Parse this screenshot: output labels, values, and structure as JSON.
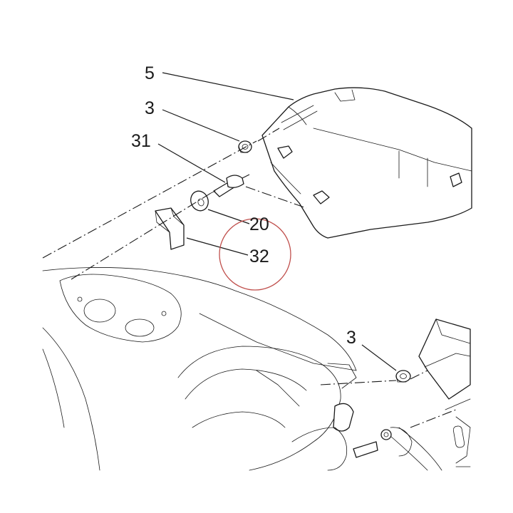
{
  "callouts": {
    "c5": "5",
    "c3_top": "3",
    "c31": "31",
    "c20": "20",
    "c32": "32",
    "c3_bottom": "3"
  },
  "colors": {
    "line": "#1a1a1a",
    "highlight_circle": "#c0504d",
    "background": "#ffffff"
  }
}
